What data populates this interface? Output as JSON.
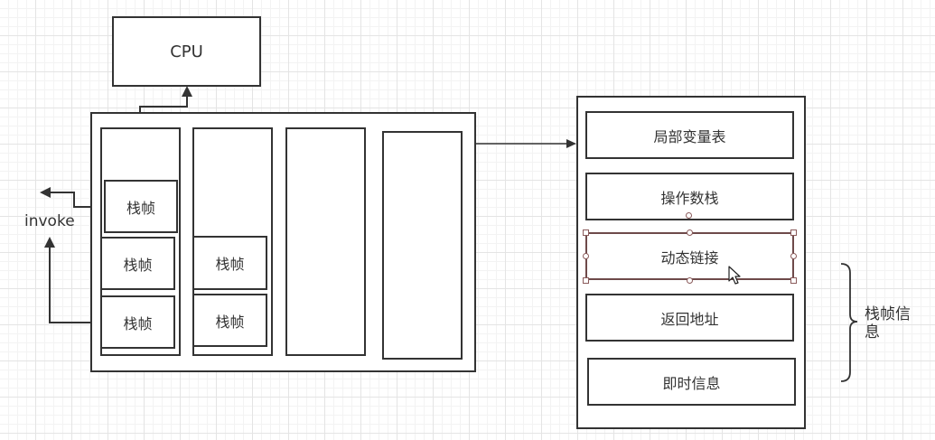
{
  "cpu": {
    "label": "CPU"
  },
  "invoke": {
    "label": "invoke"
  },
  "threads": {
    "col1": {
      "frames": [
        "栈帧",
        "栈帧",
        "栈帧"
      ]
    },
    "col2": {
      "frames": [
        "栈帧",
        "栈帧"
      ]
    }
  },
  "frame_detail": {
    "rows": [
      "局部变量表",
      "操作数栈",
      "动态链接",
      "返回地址",
      "即时信息"
    ],
    "selected_index": 2
  },
  "annotation": {
    "label": "栈帧信息"
  },
  "colors": {
    "stroke": "#333333",
    "selection": "#8a5a5a",
    "grid": "#e4e4e4"
  }
}
